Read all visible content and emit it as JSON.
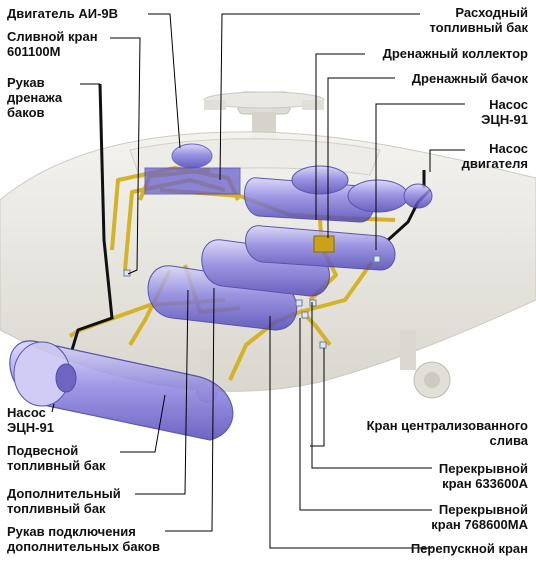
{
  "colors": {
    "background": "#ffffff",
    "fuselage": "#e9e7e0",
    "tank_fill": "#7b74d8",
    "pipe": "#d4b327",
    "leader": "#000000",
    "label_text": "#111111"
  },
  "labels": {
    "engine": "Двигатель АИ-9В",
    "drain_valve": "Сливной кран\n601100М",
    "drain_hose": "Рукав\nдренажа\nбаков",
    "service_tank": "Расходный\nтопливный бак",
    "drain_collector": "Дренажный коллектор",
    "drain_tank": "Дренажный бачок",
    "pump_etsn_right": "Насос\nЭЦН-91",
    "engine_pump": "Насос\nдвигателя",
    "pump_etsn_left": "Насос\nЭЦН-91",
    "external_tank": "Подвесной\nтопливный бак",
    "additional_tank": "Дополнительный\nтопливный бак",
    "connection_hose": "Рукав подключения\nдополнительных баков",
    "central_drain_valve": "Кран централизованного\nслива",
    "shutoff_valve_633600a": "Перекрывной\nкран 633600А",
    "shutoff_valve_768600ma": "Перекрывной\nкран 768600МА",
    "crossfeed_valve": "Перепускной кран"
  },
  "icons": [
    "helicopter-illustration",
    "fuel-tank-icon",
    "pipe-line",
    "pump-icon"
  ]
}
